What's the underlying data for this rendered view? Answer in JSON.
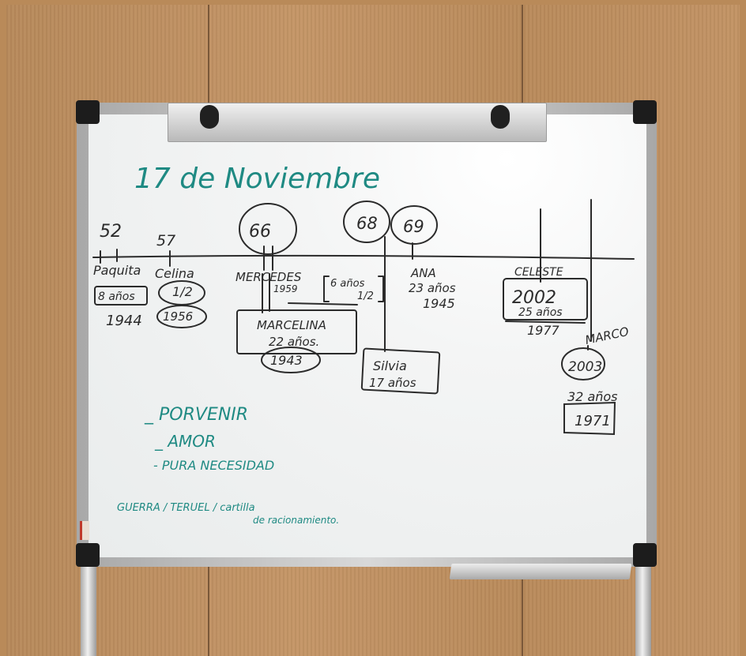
{
  "board": {
    "title": "17 de Noviembre",
    "ages": [
      "52",
      "57",
      "66",
      "68",
      "69"
    ],
    "names": {
      "paquita": "Paquita",
      "celina": "Celina",
      "mercedes": "MERCEDES",
      "ana": "ANA",
      "celeste": "CELESTE",
      "marcelina": "MARCELINA",
      "silvia": "Silvia",
      "marco": "MARCO"
    },
    "notes": {
      "paquita_years": "8 años",
      "paquita_year": "1944",
      "celina_frac": "1/2",
      "celina_year": "1956",
      "mercedes_year": "1959",
      "mercedes_gap_top": "6 años",
      "mercedes_gap_bottom": "1/2",
      "ana_years": "23 años",
      "ana_year": "1945",
      "celeste_year_a": "2002",
      "celeste_years": "25 años",
      "celeste_year_b": "1977",
      "marcelina_years": "22 años.",
      "marcelina_year": "1943",
      "silvia_years": "17 años",
      "marco_year": "2003",
      "marco_years": "32 años",
      "marco_birth": "1971"
    },
    "list": [
      "_ PORVENIR",
      "_ AMOR",
      "- PURA NECESIDAD"
    ],
    "footer_line1": "GUERRA / TERUEL / cartilla",
    "footer_line2": "de racionamiento."
  },
  "colors": {
    "marker_black": "#2b2b2b",
    "marker_teal": "#1f8a83",
    "board_white": "#eef0f0",
    "frame": "#c2c2c2",
    "wall": "#bd8e5e"
  }
}
